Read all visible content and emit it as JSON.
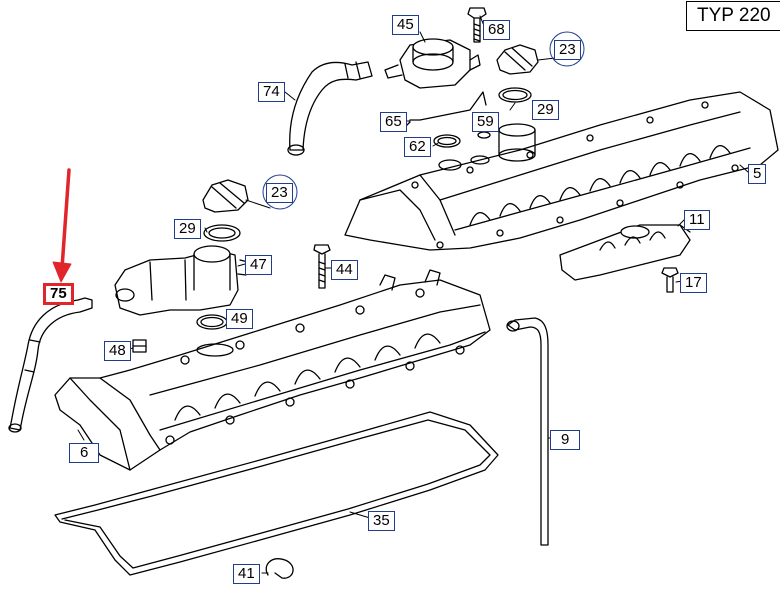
{
  "header": {
    "type_label": "TYP 220"
  },
  "colors": {
    "line": "#000000",
    "callout_border": "#1f3d8a",
    "highlight": "#e0262b",
    "part_fill": "#ffffff"
  },
  "highlighted_part": "75",
  "callouts": {
    "p45": "45",
    "p68": "68",
    "p23a": "23",
    "p74": "74",
    "p29a": "29",
    "p65": "65",
    "p59": "59",
    "p62": "62",
    "p5": "5",
    "p23b": "23",
    "p29b": "29",
    "p47": "47",
    "p44": "44",
    "p11": "11",
    "p17": "17",
    "p75": "75",
    "p49": "49",
    "p48": "48",
    "p6": "6",
    "p9": "9",
    "p35": "35",
    "p41": "41"
  }
}
